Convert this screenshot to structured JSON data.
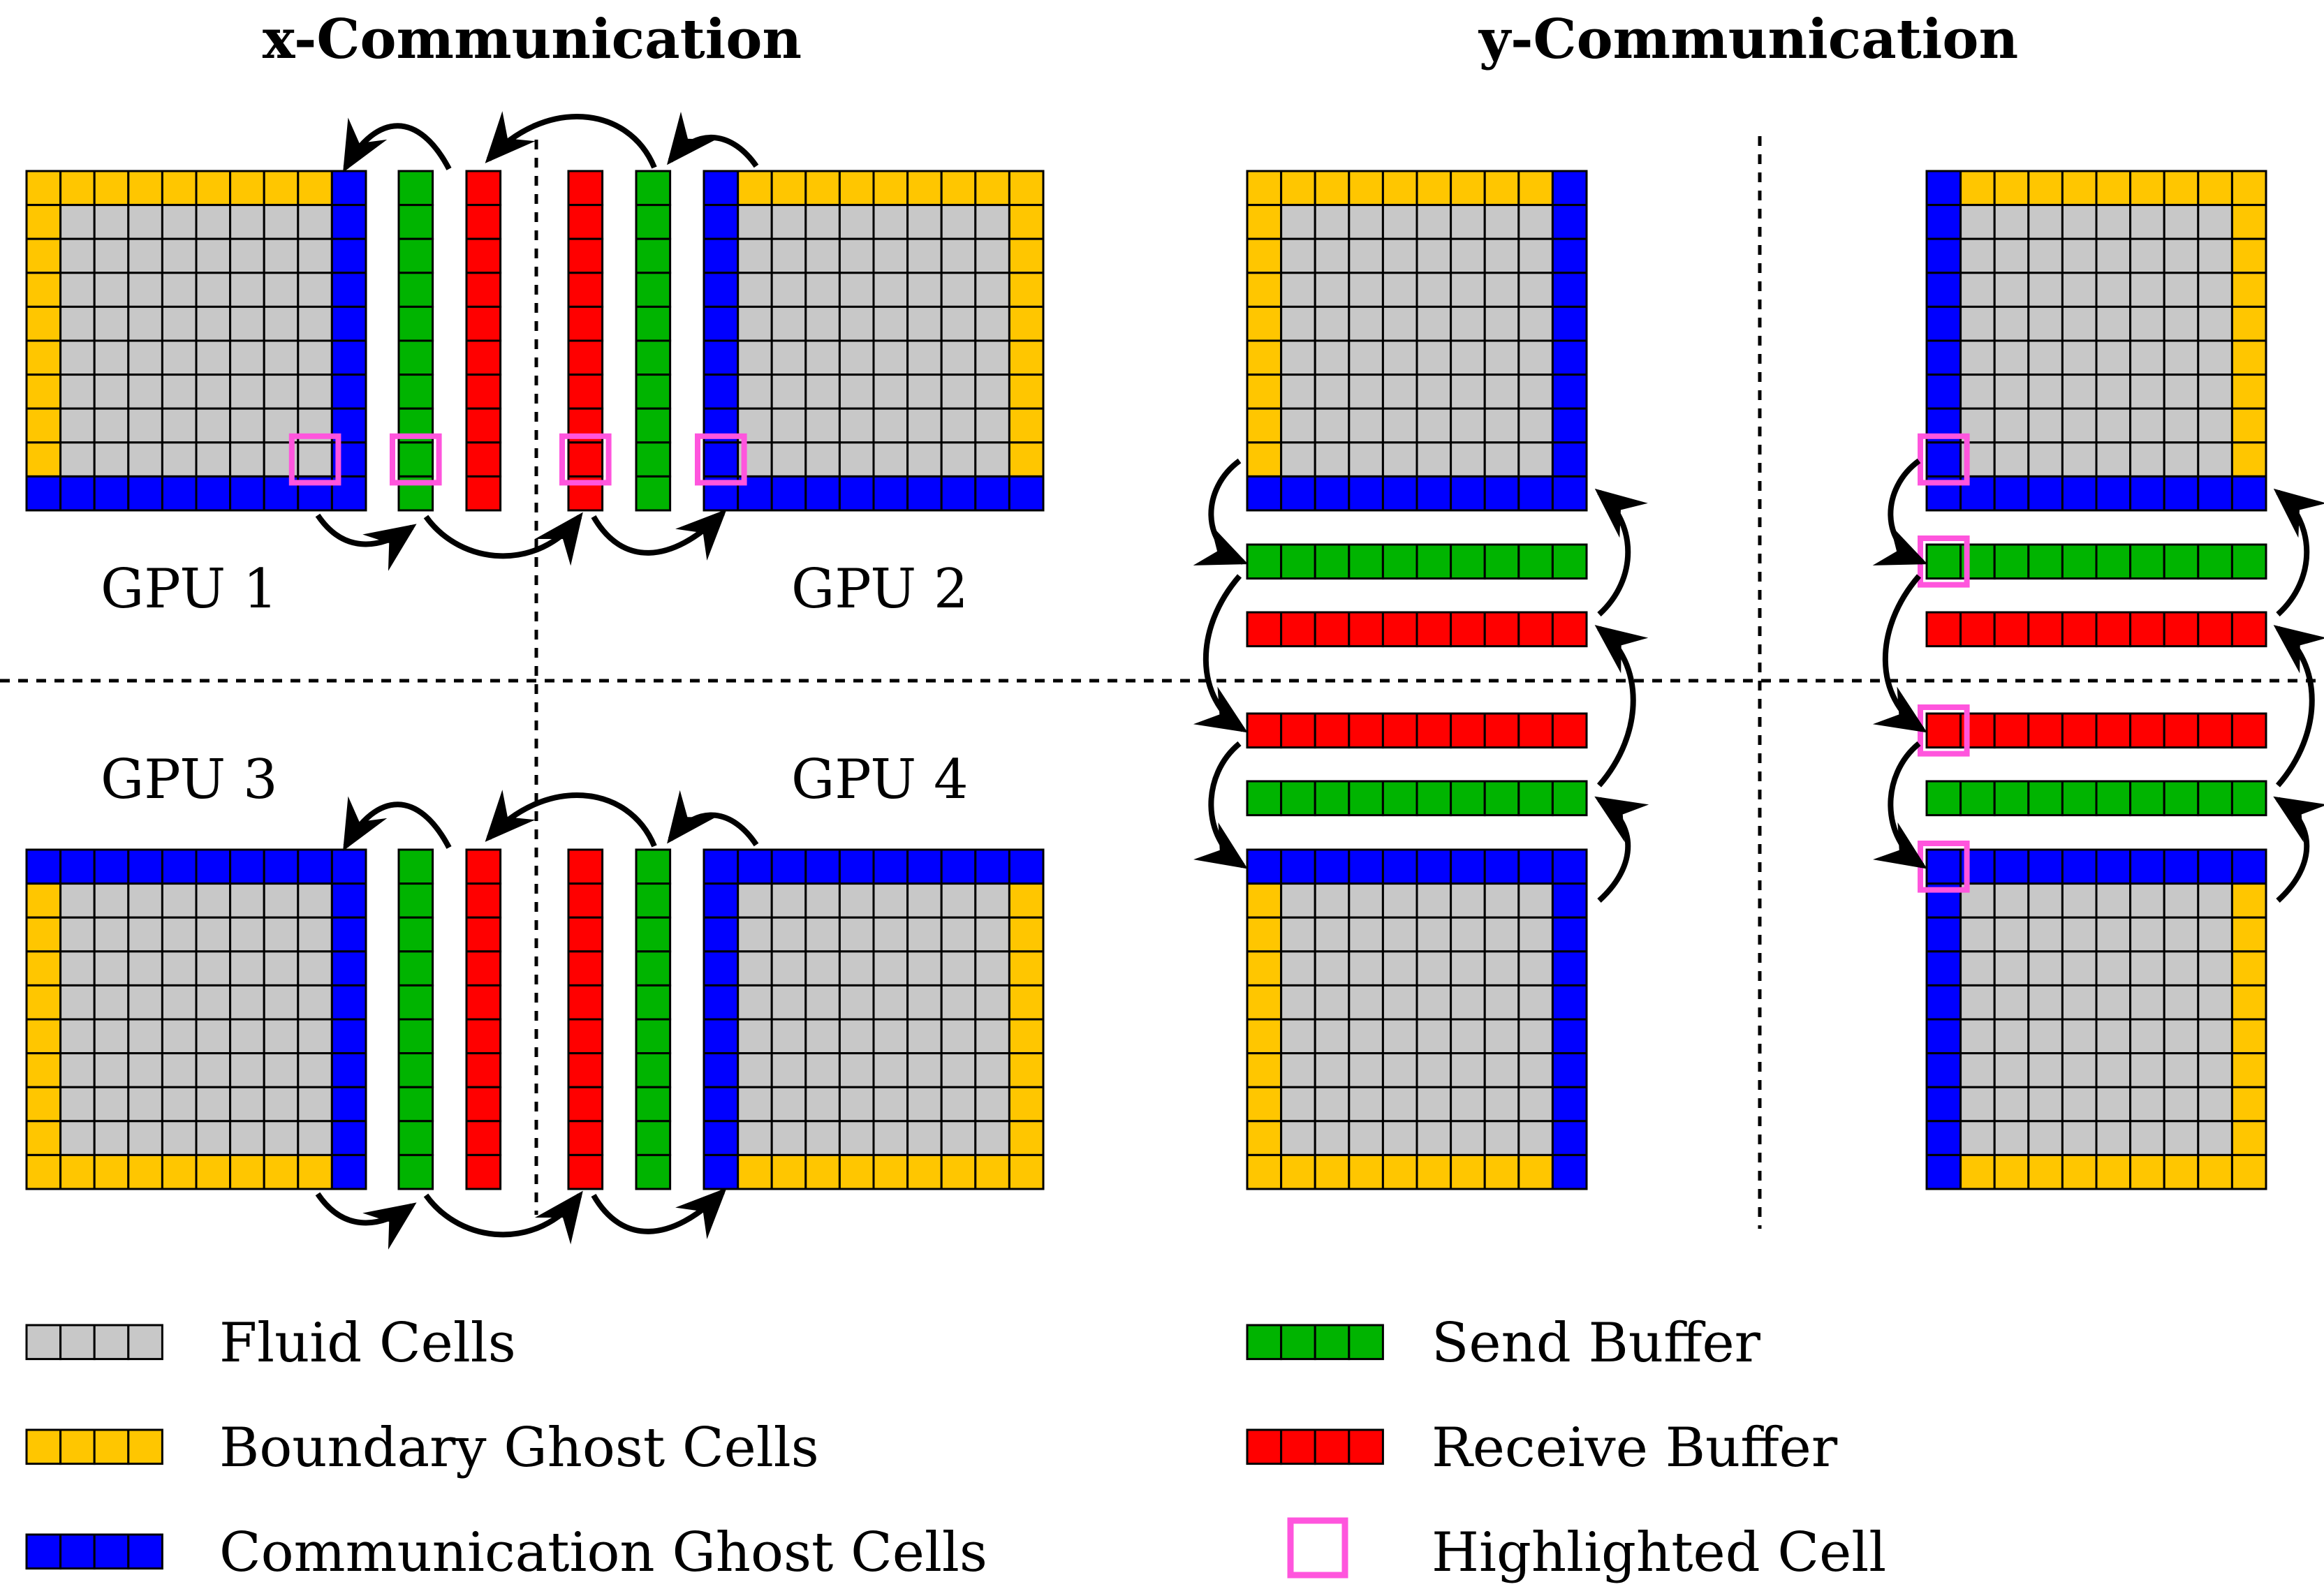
{
  "titles": {
    "x": "x-Communication",
    "y": "y-Communication"
  },
  "gpu_labels": [
    "GPU 1",
    "GPU 2",
    "GPU 3",
    "GPU 4"
  ],
  "legend": [
    {
      "label": "Fluid Cells",
      "kind": "fluid"
    },
    {
      "label": "Boundary Ghost Cells",
      "kind": "boundary"
    },
    {
      "label": "Communication Ghost Cells",
      "kind": "comm"
    },
    {
      "label": "Send Buffer",
      "kind": "send"
    },
    {
      "label": "Receive Buffer",
      "kind": "recv"
    },
    {
      "label": "Highlighted Cell",
      "kind": "highlight"
    }
  ],
  "colors": {
    "fluid": "#c8c8c8",
    "boundary": "#ffc600",
    "comm": "#0000ff",
    "send": "#00b400",
    "recv": "#ff0000",
    "highlight": "#ff55dd",
    "line": "#000000"
  },
  "grid": {
    "cols": 10,
    "rows": 10
  }
}
